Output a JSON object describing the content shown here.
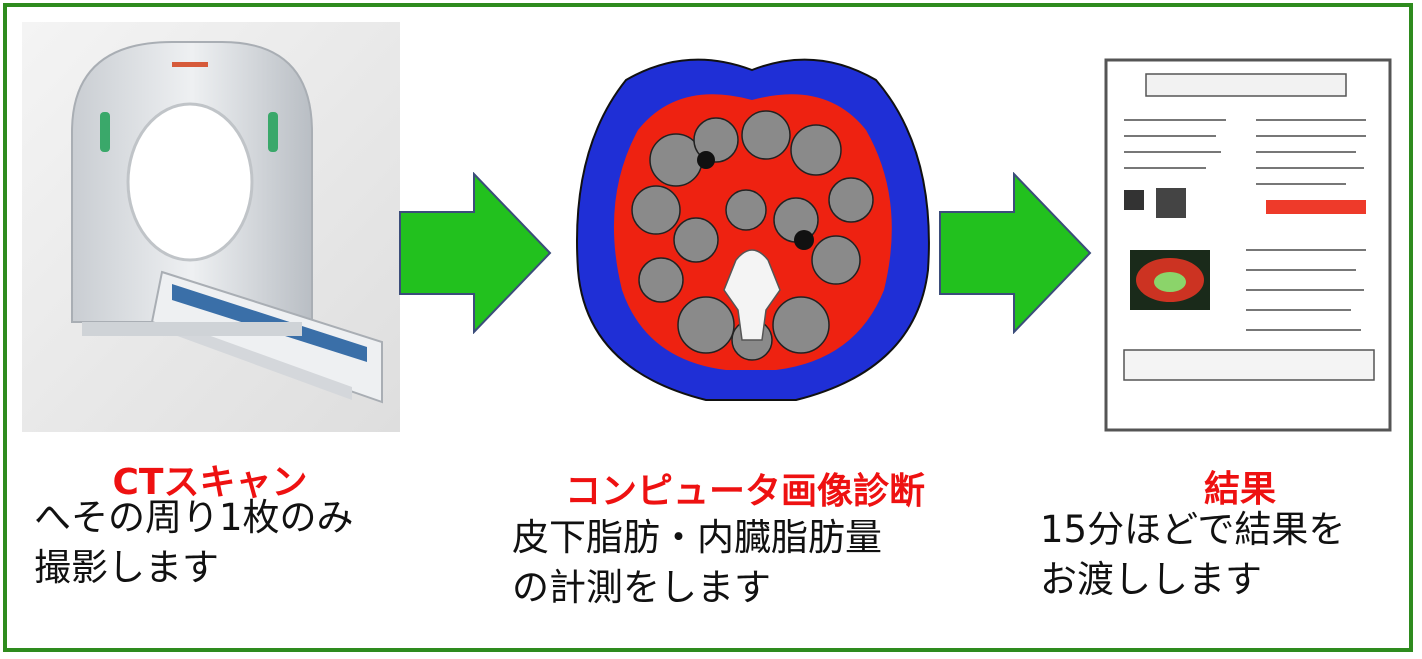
{
  "steps": [
    {
      "title": "CTスキャン",
      "description_lines": [
        "へその周り1枚のみ",
        "撮影します"
      ]
    },
    {
      "title": "コンピュータ画像診断",
      "description_lines": [
        "皮下脂肪・内臓脂肪量",
        "の計測をします"
      ]
    },
    {
      "title": "結果",
      "description_lines": [
        "15分ほどで結果を",
        "お渡しします"
      ]
    }
  ],
  "colors": {
    "frame_border": "#2e8b1e",
    "arrow_fill": "#22c11e",
    "arrow_stroke": "#3b4d7a",
    "title_text": "#ee1111",
    "subcutaneous_fat": "#1f2fd6",
    "visceral_fat": "#ee2211",
    "tissue": "#8a8a8a"
  },
  "icons": [
    "ct-scanner-image",
    "abdominal-ct-slice-image",
    "result-report-image",
    "flow-arrow-icon"
  ]
}
